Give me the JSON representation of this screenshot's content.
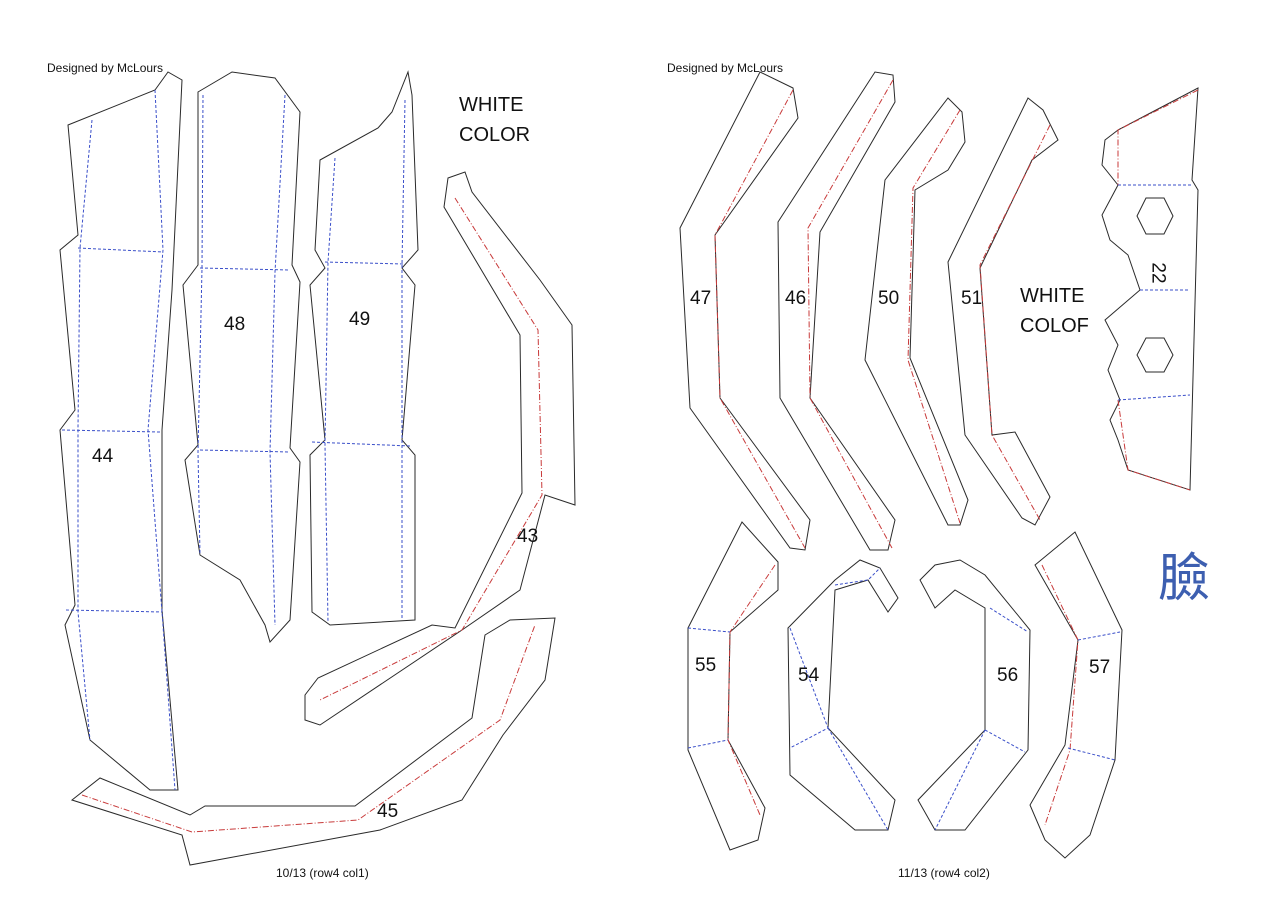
{
  "left_sheet": {
    "credit": "Designed by McLours",
    "color_note": [
      "WHITE",
      "COLOR"
    ],
    "footer": "10/13 (row4 col1)",
    "parts": [
      "44",
      "48",
      "49",
      "43",
      "45"
    ]
  },
  "right_sheet": {
    "credit": "Designed by McLours",
    "color_note": [
      "WHITE",
      "COLOF"
    ],
    "footer": "11/13 (row4 col2)",
    "parts": [
      "47",
      "46",
      "50",
      "51",
      "22",
      "55",
      "54",
      "56",
      "57"
    ]
  },
  "glyph": "臉",
  "colors": {
    "outline": "#2a2a2a",
    "fold_valley": "#3a4fc9",
    "fold_mountain": "#c83a3a",
    "glyph": "#3d5fb0"
  }
}
